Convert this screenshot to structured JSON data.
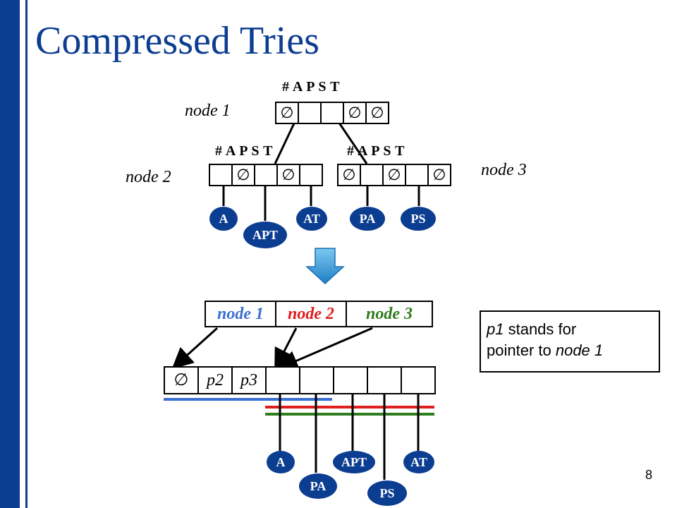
{
  "slide": {
    "title": "Compressed Tries",
    "number": "8"
  },
  "trie": {
    "header": "#  A  P  S  T",
    "null_symbol": "∅",
    "node1": {
      "label": "node 1"
    },
    "node2": {
      "label": "node 2"
    },
    "node3": {
      "label": "node 3"
    },
    "leaves": {
      "a": "A",
      "apt": "APT",
      "at": "AT",
      "pa": "PA",
      "ps": "PS"
    }
  },
  "compressed": {
    "segments": [
      "node 1",
      "node 2",
      "node 3"
    ],
    "segment_colors": [
      "#3b6fd1",
      "#e01e1e",
      "#2e7d1e"
    ],
    "cells": [
      "∅",
      "p2",
      "p3",
      "",
      "",
      "",
      "",
      "",
      ""
    ],
    "leaves": {
      "a": "A",
      "apt": "APT",
      "at": "AT",
      "pa": "PA",
      "ps": "PS"
    },
    "underline_colors": [
      "#3b6fd1",
      "#e01e1e",
      "#2e7d1e"
    ]
  },
  "note": {
    "part1": "p1",
    "part2": " stands for",
    "part3": "pointer to ",
    "part4": "node 1"
  },
  "colors": {
    "accent": "#0b3d91",
    "arrow": "#3ba0e0"
  }
}
